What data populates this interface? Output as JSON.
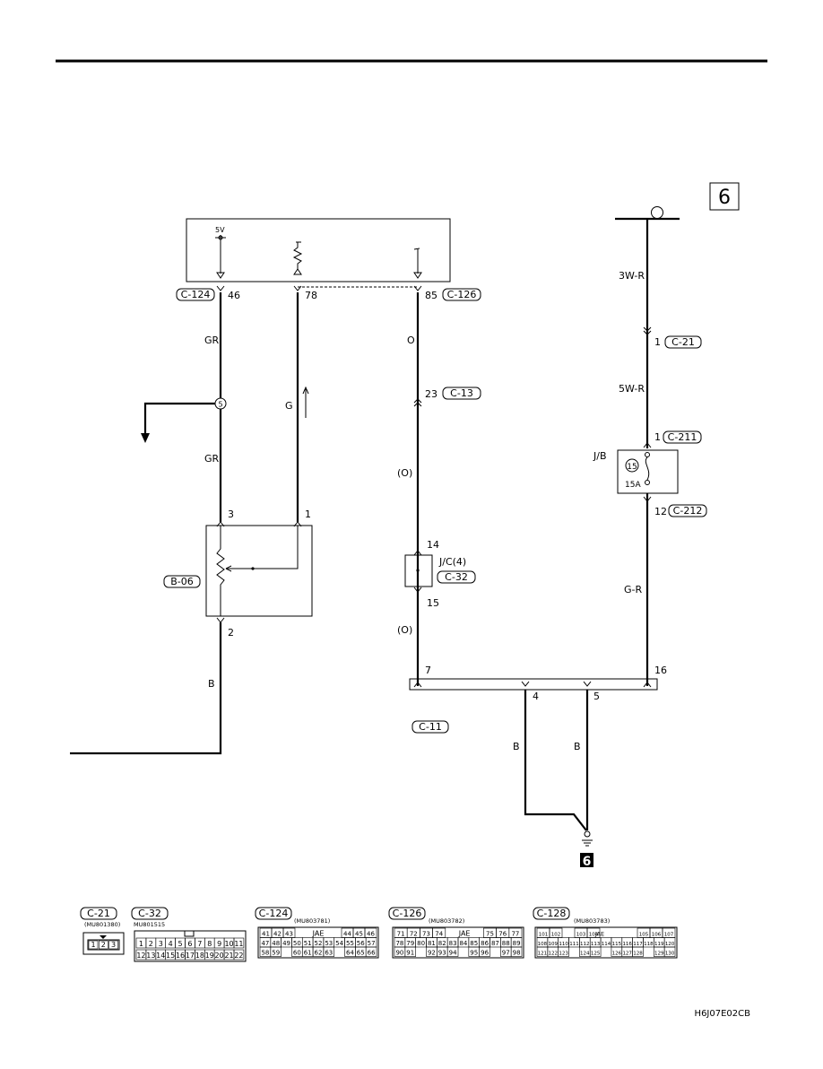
{
  "page_number": "6",
  "figure_code": "H6J07E02CB",
  "ground_label": "6",
  "ecu": {
    "supply_label": "5V"
  },
  "terminals": {
    "t46": "46",
    "t78": "78",
    "t85": "85",
    "t5": "5",
    "t23": "23",
    "t14": "14",
    "t15": "15",
    "t7": "7",
    "t16": "16",
    "t4": "4",
    "t5b": "5",
    "s3": "3",
    "s1": "1",
    "s2": "2",
    "c21_pin": "1",
    "c211_pin": "1",
    "c212_pin": "12",
    "fuse_num": "15"
  },
  "connectors": {
    "c124": "C-124",
    "c126": "C-126",
    "c13": "C-13",
    "c21": "C-21",
    "c211": "C-211",
    "c212": "C-212",
    "b06": "B-06",
    "c32": "C-32",
    "c11": "C-11"
  },
  "wire_colors": {
    "gr1": "GR",
    "gr2": "GR",
    "g": "G",
    "b1": "B",
    "o1": "O",
    "o2": "(O)",
    "o3": "(O)",
    "w3r": "3W-R",
    "w5r": "5W-R",
    "gr_red": "G-R",
    "b2": "B",
    "b3": "B"
  },
  "jb": {
    "label": "J/B",
    "fuse_rating": "15A"
  },
  "jc": {
    "label": "J/C(4)"
  },
  "connector_views": [
    {
      "name": "C-21",
      "part": "(MU801380)",
      "pins": [
        "1",
        "2",
        "3"
      ]
    },
    {
      "name": "C-32",
      "part": "MU801515",
      "row1": [
        "1",
        "2",
        "3",
        "4",
        "5",
        "6",
        "7",
        "8",
        "9",
        "10",
        "11"
      ],
      "row2": [
        "12",
        "13",
        "14",
        "15",
        "16",
        "17",
        "18",
        "19",
        "20",
        "21",
        "22"
      ]
    },
    {
      "name": "C-124",
      "part": "(MU803781)",
      "brand": "JAE",
      "row1": [
        "41",
        "42",
        "43",
        "",
        "",
        "",
        "",
        "44",
        "45",
        "46"
      ],
      "row2": [
        "47",
        "48",
        "49",
        "50",
        "51",
        "52",
        "53",
        "54",
        "55",
        "56",
        "57"
      ],
      "row3": [
        "58",
        "59",
        "",
        "60",
        "61",
        "62",
        "63",
        "",
        "64",
        "65",
        "66"
      ]
    },
    {
      "name": "C-126",
      "part": "(MU803782)",
      "brand": "JAE",
      "row1": [
        "71",
        "72",
        "73",
        "74",
        "",
        "",
        "",
        "75",
        "76",
        "77"
      ],
      "row2": [
        "78",
        "79",
        "80",
        "81",
        "82",
        "83",
        "84",
        "85",
        "86",
        "87",
        "88",
        "89"
      ],
      "row3": [
        "90",
        "91",
        "",
        "92",
        "93",
        "94",
        "",
        "95",
        "96",
        "",
        "97",
        "98"
      ]
    },
    {
      "name": "C-128",
      "part": "(MU803783)",
      "brand": "JAE",
      "row1": [
        "101",
        "102",
        "",
        "103",
        "104",
        "",
        "",
        "",
        "105",
        "106",
        "107"
      ],
      "row2": [
        "108",
        "109",
        "110",
        "111",
        "112",
        "113",
        "114",
        "115",
        "116",
        "117",
        "118",
        "119",
        "120"
      ],
      "row3": [
        "121",
        "122",
        "123",
        "",
        "124",
        "125",
        "",
        "126",
        "127",
        "128",
        "",
        "129",
        "130"
      ]
    }
  ]
}
